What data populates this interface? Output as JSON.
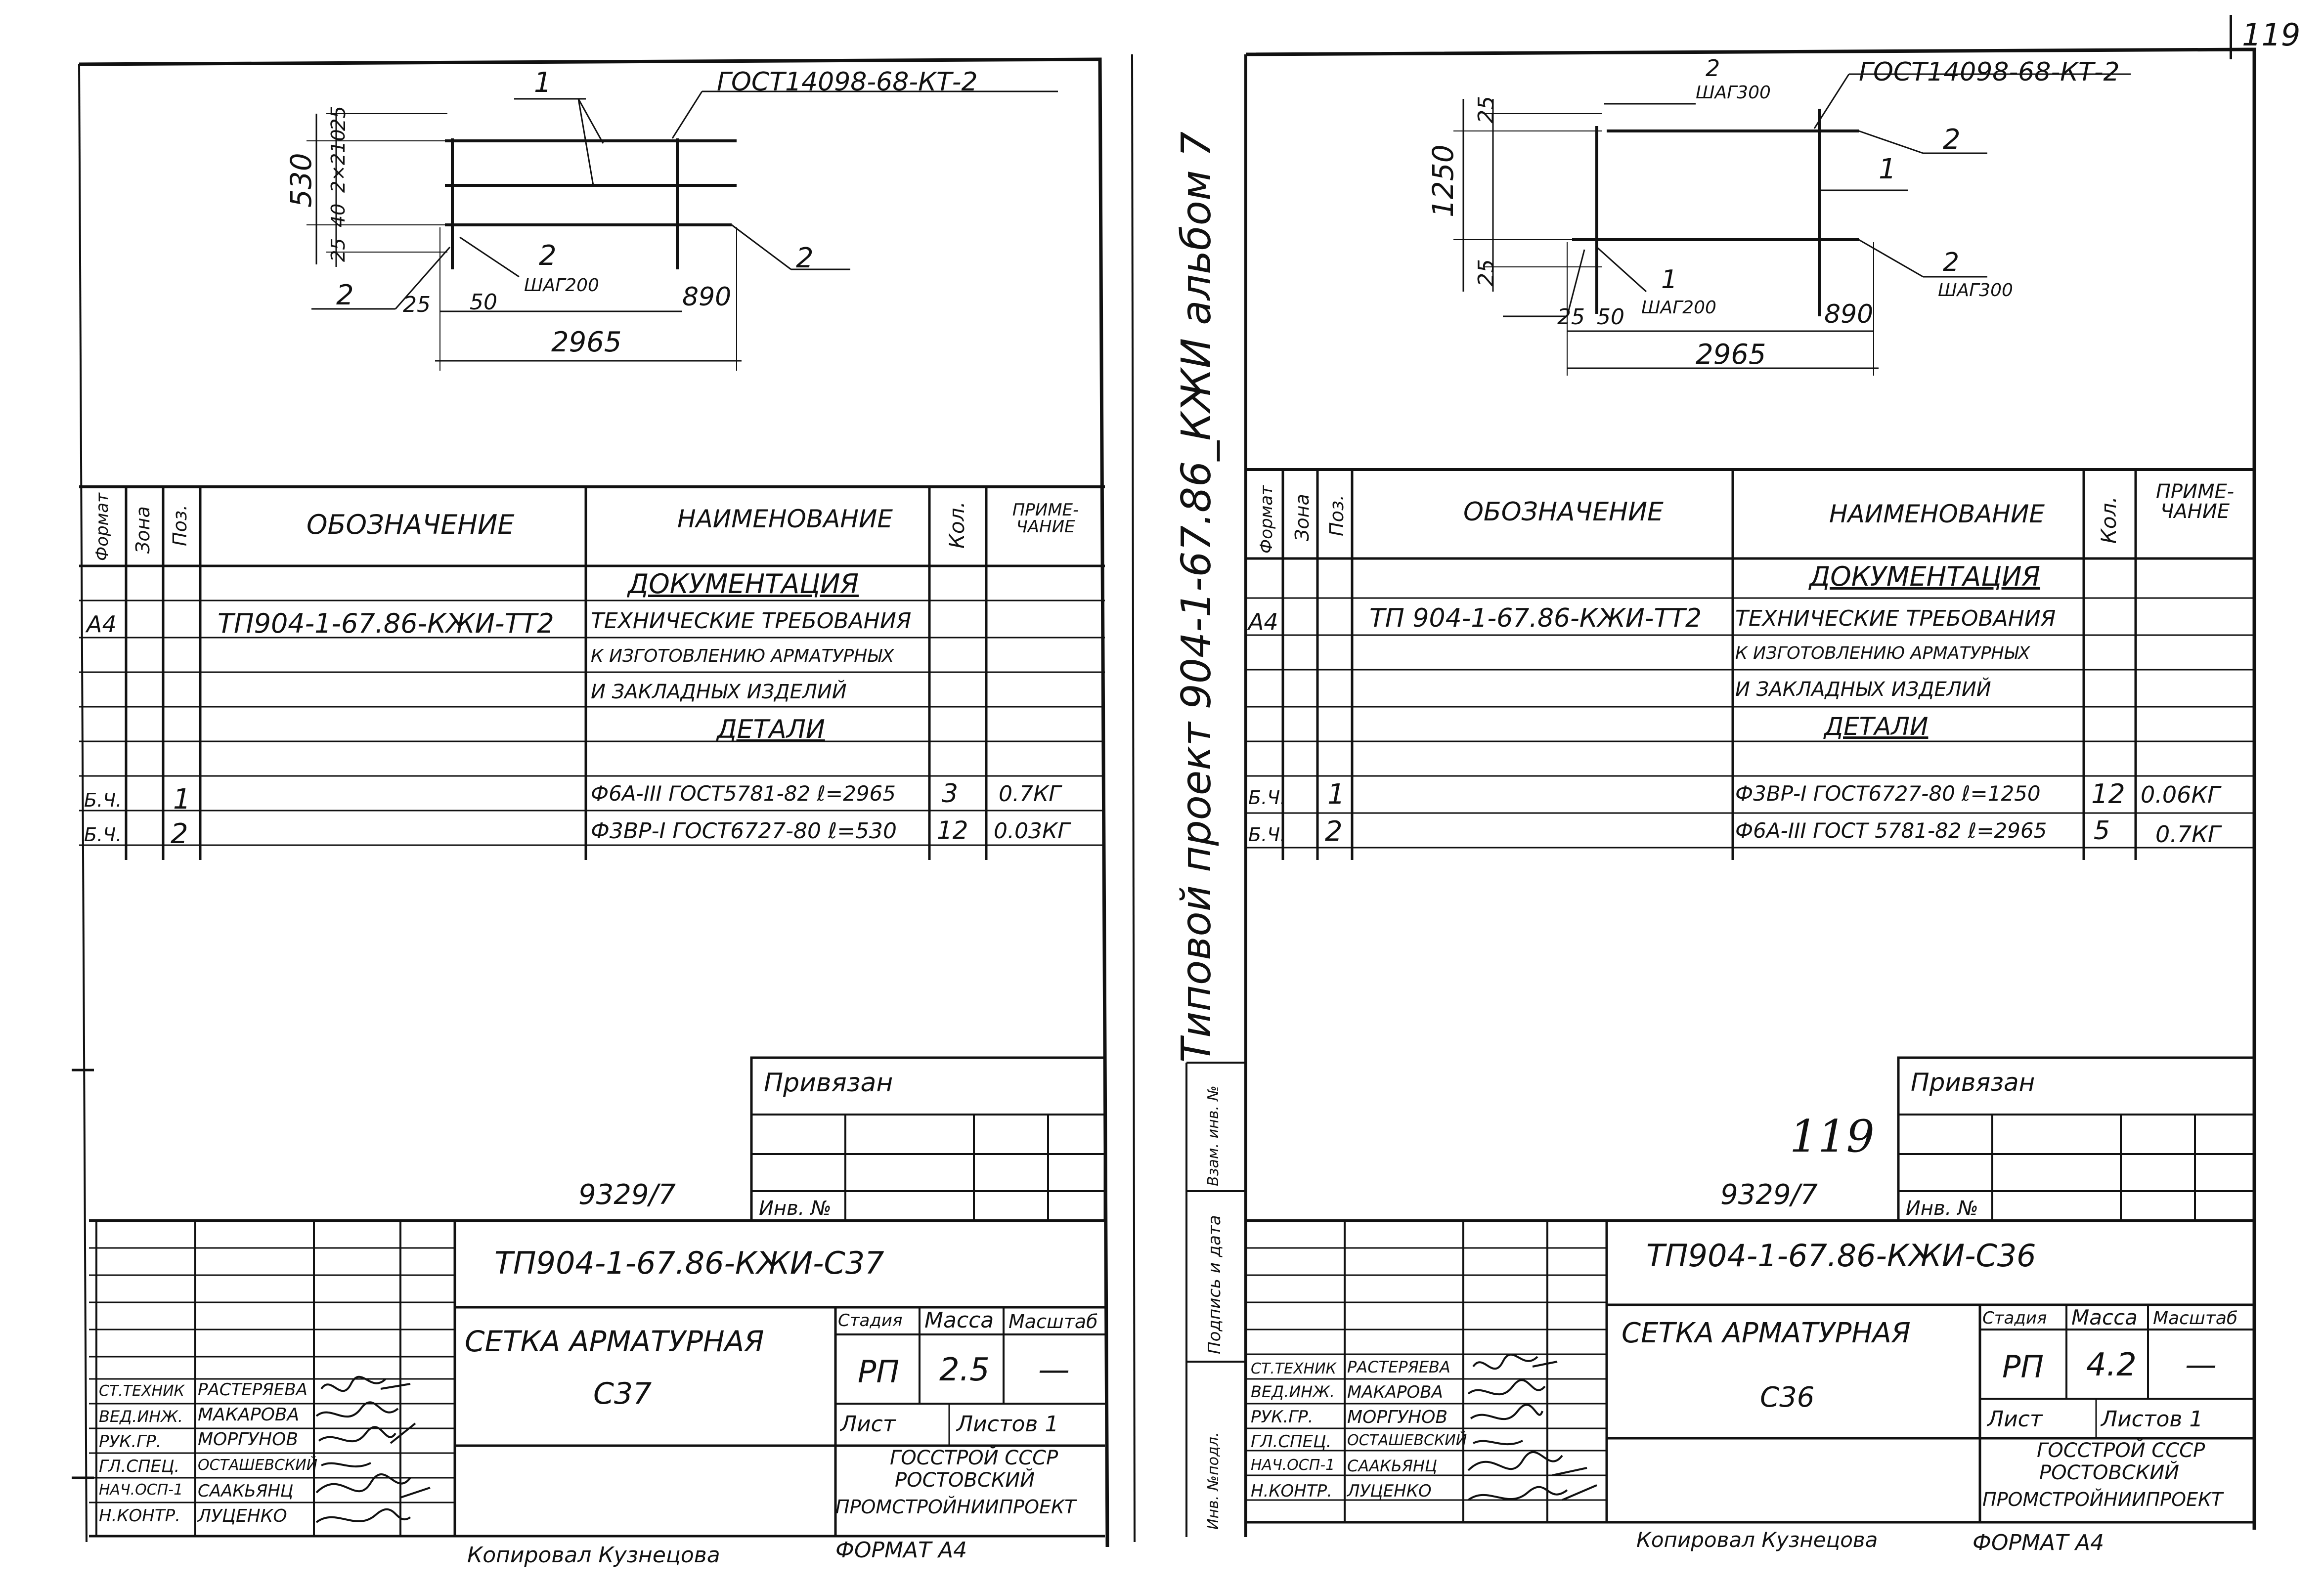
{
  "page_number": "119",
  "spine": {
    "title": "Типовой проект 904-1-67.86_КЖИ альбом 7",
    "stamp_cells": [
      "Инв. №подл.",
      "Подпись и дата",
      "Взам. инв. №"
    ]
  },
  "sheets": [
    {
      "id": "left",
      "drawing": {
        "note_gost": "ГОСТ14098-68-КТ-2",
        "callouts": [
          "1",
          "2",
          "2",
          "2"
        ],
        "pitch": "ШАГ200",
        "dims": [
          "530",
          "25",
          "2×210",
          "40",
          "25",
          "25",
          "50",
          "890",
          "2965"
        ]
      },
      "spec": {
        "headers": {
          "format": "Формат",
          "zone": "Зона",
          "pos": "Поз.",
          "designation": "Обозначение",
          "name": "Наименование",
          "qty": "Кол.",
          "note": "Приме-чание"
        },
        "sections": {
          "docs": "Документация",
          "details": "Детали"
        },
        "doc_row": {
          "format": "А4",
          "designation": "ТП904-1-67.86-КЖИ-ТТ2"
        },
        "doc_name_lines": [
          "Технические требования",
          "к изготовлению арматурных",
          "и закладных изделий"
        ],
        "rows": [
          {
            "format": "Б.Ч.",
            "pos": "1",
            "name": "Ф6А-III ГОСТ5781-82 ℓ=2965",
            "qty": "3",
            "note": "0.7кг"
          },
          {
            "format": "Б.Ч.",
            "pos": "2",
            "name": "Ф3Вр-I ГОСТ6727-80 ℓ=530",
            "qty": "12",
            "note": "0.03кг"
          }
        ]
      },
      "binding": {
        "label": "Привязан",
        "inv": "Инв. №",
        "ref": "9329/7"
      },
      "title_block": {
        "code": "ТП904-1-67.86-КЖИ-С37",
        "product": "Сетка арматурная",
        "mark": "С37",
        "stage_label": "Стадия",
        "mass_label": "Масса",
        "scale_label": "Масштаб",
        "stage": "РП",
        "mass": "2.5",
        "scale": "—",
        "sheet_label": "Лист",
        "sheets_label": "Листов 1",
        "org": [
          "Госстрой СССР",
          "Ростовский",
          "Промстройниипроект"
        ],
        "people": [
          {
            "role": "Ст.техник",
            "name": "Растеряева"
          },
          {
            "role": "Вед.инж.",
            "name": "Макарова"
          },
          {
            "role": "Рук.гр.",
            "name": "Моргунов"
          },
          {
            "role": "Гл.спец.",
            "name": "Осташевский"
          },
          {
            "role": "Нач.осп-1",
            "name": "Саакьянц"
          },
          {
            "role": "Н.контр.",
            "name": "Луценко"
          }
        ]
      },
      "copied": "Копировал Кузнецова",
      "format": "Формат А4"
    },
    {
      "id": "right",
      "drawing": {
        "note_gost": "ГОСТ14098-68-КТ-2",
        "callouts": [
          "2",
          "2",
          "1",
          "2",
          "1"
        ],
        "pitch_top": "ШАГ300",
        "pitch_bottom": "ШАГ300",
        "pitch_left": "ШАГ200",
        "dims": [
          "1250",
          "25",
          "25",
          "25",
          "50",
          "890",
          "2965"
        ]
      },
      "spec": {
        "headers": {
          "format": "Формат",
          "zone": "Зона",
          "pos": "Поз.",
          "designation": "Обозначение",
          "name": "Наименование",
          "qty": "Кол.",
          "note": "Приме-чание"
        },
        "sections": {
          "docs": "Документация",
          "details": "Детали"
        },
        "doc_row": {
          "format": "А4",
          "designation": "ТП 904-1-67.86-КЖИ-ТТ2"
        },
        "doc_name_lines": [
          "Технические требования",
          "к изготовлению арматурных",
          "и закладных изделий"
        ],
        "rows": [
          {
            "format": "Б.Ч.",
            "pos": "1",
            "name": "Ф3Вр-I ГОСТ6727-80 ℓ=1250",
            "qty": "12",
            "note": "0.06кг"
          },
          {
            "format": "Б.Ч.",
            "pos": "2",
            "name": "Ф6А-III ГОСТ 5781-82 ℓ=2965",
            "qty": "5",
            "note": "0.7кг"
          }
        ]
      },
      "binding": {
        "label": "Привязан",
        "inv": "Инв. №",
        "ref": "9329/7",
        "handwritten": "119"
      },
      "title_block": {
        "code": "ТП904-1-67.86-КЖИ-С36",
        "product": "Сетка арматурная",
        "mark": "С36",
        "stage_label": "Стадия",
        "mass_label": "Масса",
        "scale_label": "Масштаб",
        "stage": "РП",
        "mass": "4.2",
        "scale": "—",
        "sheet_label": "Лист",
        "sheets_label": "Листов 1",
        "org": [
          "Госстрой СССР",
          "Ростовский",
          "Промстройниипроект"
        ],
        "people": [
          {
            "role": "Ст.техник",
            "name": "Растеряева"
          },
          {
            "role": "Вед.инж.",
            "name": "Макарова"
          },
          {
            "role": "Рук.гр.",
            "name": "Моргунов"
          },
          {
            "role": "Гл.спец.",
            "name": "Осташевский"
          },
          {
            "role": "Нач.осп-1",
            "name": "Саакьянц"
          },
          {
            "role": "Н.контр.",
            "name": "Луценко"
          }
        ]
      },
      "copied": "Копировал Кузнецова",
      "format": "Формат А4"
    }
  ]
}
